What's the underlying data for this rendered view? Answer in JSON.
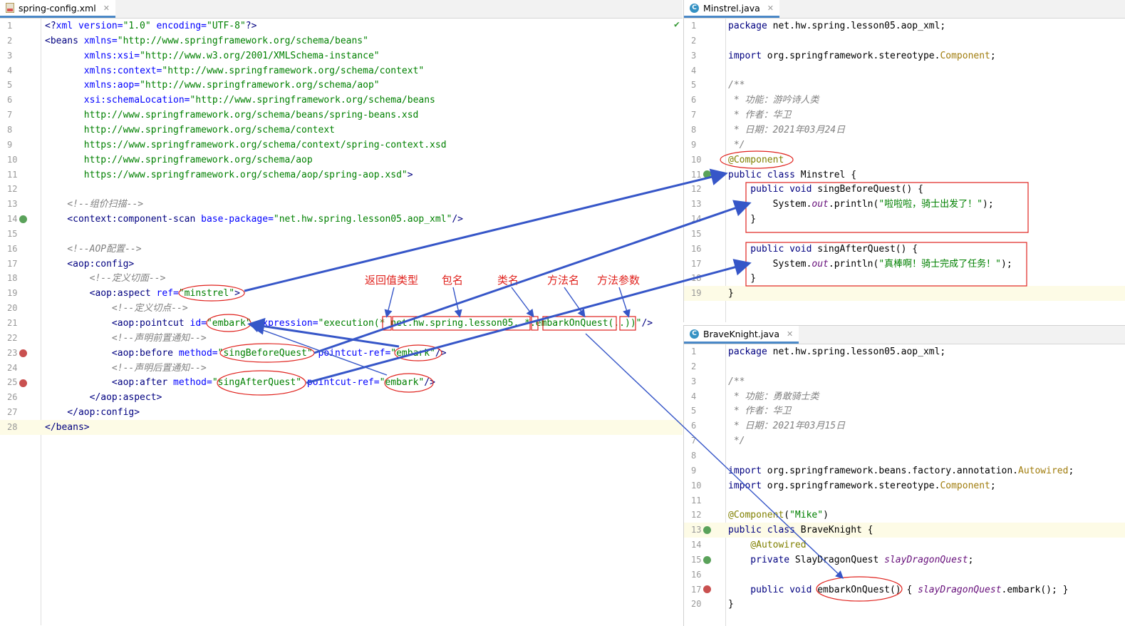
{
  "left": {
    "tab": "spring-config.xml",
    "lines": [
      {
        "n": "1",
        "parts": [
          [
            "kw",
            "<?"
          ],
          [
            "att",
            "xml version="
          ],
          [
            "str",
            "\"1.0\""
          ],
          [
            "att",
            " encoding="
          ],
          [
            "str",
            "\"UTF-8\""
          ],
          [
            "kw",
            "?>"
          ]
        ]
      },
      {
        "n": "2",
        "parts": [
          [
            "kw",
            "<beans "
          ],
          [
            "att",
            "xmlns="
          ],
          [
            "str",
            "\"http://www.springframework.org/schema/beans\""
          ]
        ]
      },
      {
        "n": "3",
        "parts": [
          [
            "typ",
            "       "
          ],
          [
            "att",
            "xmlns:xsi="
          ],
          [
            "str",
            "\"http://www.w3.org/2001/XMLSchema-instance\""
          ]
        ]
      },
      {
        "n": "4",
        "parts": [
          [
            "typ",
            "       "
          ],
          [
            "att",
            "xmlns:context="
          ],
          [
            "str",
            "\"http://www.springframework.org/schema/context\""
          ]
        ]
      },
      {
        "n": "5",
        "parts": [
          [
            "typ",
            "       "
          ],
          [
            "att",
            "xmlns:aop="
          ],
          [
            "str",
            "\"http://www.springframework.org/schema/aop\""
          ]
        ]
      },
      {
        "n": "6",
        "parts": [
          [
            "typ",
            "       "
          ],
          [
            "att",
            "xsi:schemaLocation="
          ],
          [
            "str",
            "\"http://www.springframework.org/schema/beans"
          ]
        ]
      },
      {
        "n": "7",
        "parts": [
          [
            "str",
            "       http://www.springframework.org/schema/beans/spring-beans.xsd"
          ]
        ]
      },
      {
        "n": "8",
        "parts": [
          [
            "str",
            "       http://www.springframework.org/schema/context"
          ]
        ]
      },
      {
        "n": "9",
        "parts": [
          [
            "str",
            "       https://www.springframework.org/schema/context/spring-context.xsd"
          ]
        ]
      },
      {
        "n": "10",
        "parts": [
          [
            "str",
            "       http://www.springframework.org/schema/aop"
          ]
        ]
      },
      {
        "n": "11",
        "parts": [
          [
            "str",
            "       https://www.springframework.org/schema/aop/spring-aop.xsd\""
          ],
          [
            "kw",
            ">"
          ]
        ]
      },
      {
        "n": "12",
        "parts": []
      },
      {
        "n": "13",
        "parts": [
          [
            "cmt",
            "    <!--组价扫描-->"
          ]
        ]
      },
      {
        "n": "14",
        "parts": [
          [
            "kw",
            "    <context:component-scan "
          ],
          [
            "att",
            "base-package="
          ],
          [
            "str",
            "\"net.hw.spring.lesson05.aop_xml\""
          ],
          [
            "kw",
            "/>"
          ]
        ]
      },
      {
        "n": "15",
        "parts": []
      },
      {
        "n": "16",
        "parts": [
          [
            "cmt",
            "    <!--AOP配置-->"
          ]
        ]
      },
      {
        "n": "17",
        "parts": [
          [
            "kw",
            "    <aop:config>"
          ]
        ]
      },
      {
        "n": "18",
        "parts": [
          [
            "cmt",
            "        <!--定义切面-->"
          ]
        ]
      },
      {
        "n": "19",
        "parts": [
          [
            "kw",
            "        <aop:aspect "
          ],
          [
            "att",
            "ref="
          ],
          [
            "str",
            "\"minstrel\""
          ],
          [
            "kw",
            ">"
          ]
        ]
      },
      {
        "n": "20",
        "parts": [
          [
            "cmt",
            "            <!--定义切点-->"
          ]
        ]
      },
      {
        "n": "21",
        "parts": [
          [
            "kw",
            "            <aop:pointcut "
          ],
          [
            "att",
            "id="
          ],
          [
            "str",
            "\"embark\""
          ],
          [
            "att",
            " expression="
          ],
          [
            "str",
            "\"execution(* net.hw.spring.lesson05..*.embarkOnQuest(..))\""
          ],
          [
            "kw",
            "/>"
          ]
        ]
      },
      {
        "n": "22",
        "parts": [
          [
            "cmt",
            "            <!--声明前置通知-->"
          ]
        ]
      },
      {
        "n": "23",
        "parts": [
          [
            "kw",
            "            <aop:before "
          ],
          [
            "att",
            "method="
          ],
          [
            "str",
            "\"singBeforeQuest\""
          ],
          [
            "att",
            " pointcut-ref="
          ],
          [
            "str",
            "\"embark\""
          ],
          [
            "kw",
            "/>"
          ]
        ]
      },
      {
        "n": "24",
        "parts": [
          [
            "cmt",
            "            <!--声明后置通知-->"
          ]
        ]
      },
      {
        "n": "25",
        "parts": [
          [
            "kw",
            "            <aop:after "
          ],
          [
            "att",
            "method="
          ],
          [
            "str",
            "\"singAfterQuest\""
          ],
          [
            "att",
            " pointcut-ref="
          ],
          [
            "str",
            "\"embark\""
          ],
          [
            "kw",
            "/>"
          ]
        ]
      },
      {
        "n": "26",
        "parts": [
          [
            "kw",
            "        </aop:aspect>"
          ]
        ]
      },
      {
        "n": "27",
        "parts": [
          [
            "kw",
            "    </aop:config>"
          ]
        ]
      },
      {
        "n": "28",
        "parts": [
          [
            "kw",
            "</beans>"
          ]
        ]
      }
    ]
  },
  "annotations": {
    "return_type": "返回值类型",
    "package": "包名",
    "class_name": "类名",
    "method_name": "方法名",
    "method_params": "方法参数"
  },
  "minstrel": {
    "tab": "Minstrel.java",
    "lines": [
      {
        "n": "1",
        "parts": [
          [
            "kw",
            "package "
          ],
          [
            "typ",
            "net.hw.spring.lesson05.aop_xml;"
          ]
        ]
      },
      {
        "n": "2",
        "parts": []
      },
      {
        "n": "3",
        "parts": [
          [
            "kw",
            "import "
          ],
          [
            "typ",
            "org.springframework.stereotype."
          ],
          [
            "gold",
            "Component"
          ],
          [
            "typ",
            ";"
          ]
        ]
      },
      {
        "n": "4",
        "parts": []
      },
      {
        "n": "5",
        "parts": [
          [
            "cmt",
            "/**"
          ]
        ]
      },
      {
        "n": "6",
        "parts": [
          [
            "cmt",
            " * 功能：游吟诗人类"
          ]
        ]
      },
      {
        "n": "7",
        "parts": [
          [
            "cmt",
            " * 作者：华卫"
          ]
        ]
      },
      {
        "n": "8",
        "parts": [
          [
            "cmt",
            " * 日期：2021年03月24日"
          ]
        ]
      },
      {
        "n": "9",
        "parts": [
          [
            "cmt",
            " */"
          ]
        ]
      },
      {
        "n": "10",
        "parts": [
          [
            "ann",
            "@Component"
          ]
        ]
      },
      {
        "n": "11",
        "parts": [
          [
            "kw",
            "public class "
          ],
          [
            "typ",
            "Minstrel {"
          ]
        ]
      },
      {
        "n": "12",
        "parts": [
          [
            "kw",
            "    public void "
          ],
          [
            "typ",
            "singBeforeQuest() {"
          ]
        ]
      },
      {
        "n": "13",
        "parts": [
          [
            "typ",
            "        System."
          ],
          [
            "fld",
            "out"
          ],
          [
            "typ",
            ".println("
          ],
          [
            "str",
            "\"啦啦啦，骑士出发了！\""
          ],
          [
            "typ",
            ");"
          ]
        ]
      },
      {
        "n": "14",
        "parts": [
          [
            "typ",
            "    }"
          ]
        ]
      },
      {
        "n": "15",
        "parts": []
      },
      {
        "n": "16",
        "parts": [
          [
            "kw",
            "    public void "
          ],
          [
            "typ",
            "singAfterQuest() {"
          ]
        ]
      },
      {
        "n": "17",
        "parts": [
          [
            "typ",
            "        System."
          ],
          [
            "fld",
            "out"
          ],
          [
            "typ",
            ".println("
          ],
          [
            "str",
            "\"真棒啊！骑士完成了任务！\""
          ],
          [
            "typ",
            ");"
          ]
        ]
      },
      {
        "n": "18",
        "parts": [
          [
            "typ",
            "    }"
          ]
        ]
      },
      {
        "n": "19",
        "parts": [
          [
            "typ",
            "}"
          ]
        ]
      }
    ]
  },
  "knight": {
    "tab": "BraveKnight.java",
    "lines": [
      {
        "n": "1",
        "parts": [
          [
            "kw",
            "package "
          ],
          [
            "typ",
            "net.hw.spring.lesson05.aop_xml;"
          ]
        ]
      },
      {
        "n": "2",
        "parts": []
      },
      {
        "n": "3",
        "parts": [
          [
            "cmt",
            "/**"
          ]
        ]
      },
      {
        "n": "4",
        "parts": [
          [
            "cmt",
            " * 功能：勇敢骑士类"
          ]
        ]
      },
      {
        "n": "5",
        "parts": [
          [
            "cmt",
            " * 作者：华卫"
          ]
        ]
      },
      {
        "n": "6",
        "parts": [
          [
            "cmt",
            " * 日期：2021年03月15日"
          ]
        ]
      },
      {
        "n": "7",
        "parts": [
          [
            "cmt",
            " */"
          ]
        ]
      },
      {
        "n": "8",
        "parts": []
      },
      {
        "n": "9",
        "parts": [
          [
            "kw",
            "import "
          ],
          [
            "typ",
            "org.springframework.beans.factory.annotation."
          ],
          [
            "gold",
            "Autowired"
          ],
          [
            "typ",
            ";"
          ]
        ]
      },
      {
        "n": "10",
        "parts": [
          [
            "kw",
            "import "
          ],
          [
            "typ",
            "org.springframework.stereotype."
          ],
          [
            "gold",
            "Component"
          ],
          [
            "typ",
            ";"
          ]
        ]
      },
      {
        "n": "11",
        "parts": []
      },
      {
        "n": "12",
        "parts": [
          [
            "ann",
            "@Component"
          ],
          [
            "typ",
            "("
          ],
          [
            "str",
            "\"Mike\""
          ],
          [
            "typ",
            ")"
          ]
        ]
      },
      {
        "n": "13",
        "parts": [
          [
            "kw",
            "public class "
          ],
          [
            "typ",
            "BraveKnight {"
          ]
        ]
      },
      {
        "n": "14",
        "parts": [
          [
            "ann",
            "    @Autowired"
          ]
        ]
      },
      {
        "n": "15",
        "parts": [
          [
            "kw",
            "    private "
          ],
          [
            "typ",
            "SlayDragonQuest "
          ],
          [
            "fld",
            "slayDragonQuest"
          ],
          [
            "typ",
            ";"
          ]
        ]
      },
      {
        "n": "16",
        "parts": []
      },
      {
        "n": "17",
        "parts": [
          [
            "kw",
            "    public void "
          ],
          [
            "typ",
            "embarkOnQuest() { "
          ],
          [
            "fld",
            "slayDragonQuest"
          ],
          [
            "typ",
            ".embark(); }"
          ]
        ]
      },
      {
        "n": "20",
        "parts": [
          [
            "typ",
            "}"
          ]
        ]
      }
    ]
  }
}
